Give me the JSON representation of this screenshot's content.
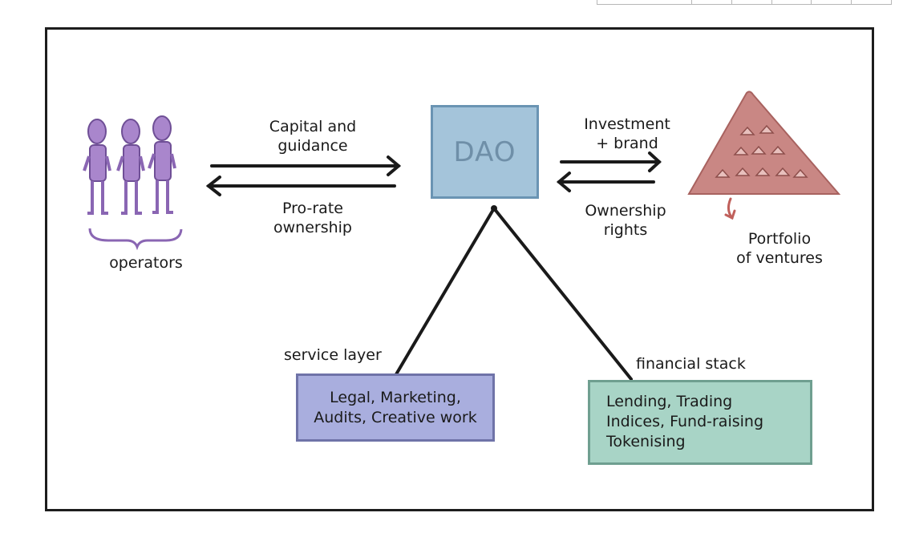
{
  "operators_label": "operators",
  "flow_left": {
    "top": [
      "Capital and",
      "guidance"
    ],
    "bottom": [
      "Pro-rate",
      "ownership"
    ]
  },
  "dao_label": "DAO",
  "flow_right": {
    "top": [
      "Investment",
      "+ brand"
    ],
    "bottom": [
      "Ownership",
      "rights"
    ]
  },
  "portfolio_label": [
    "Portfolio",
    "of ventures"
  ],
  "service_layer": {
    "title": "service layer",
    "lines": [
      "Legal, Marketing,",
      "Audits, Creative work"
    ]
  },
  "financial_stack": {
    "title": "financial stack",
    "lines": [
      "Lending, Trading",
      "Indices, Fund-raising",
      "Tokenising"
    ]
  },
  "colors": {
    "people": "#a986cc",
    "dao": "#a4c4da",
    "pyramid": "#c98784",
    "service_box": "#a9aede",
    "financial_box": "#a8d4c6"
  }
}
